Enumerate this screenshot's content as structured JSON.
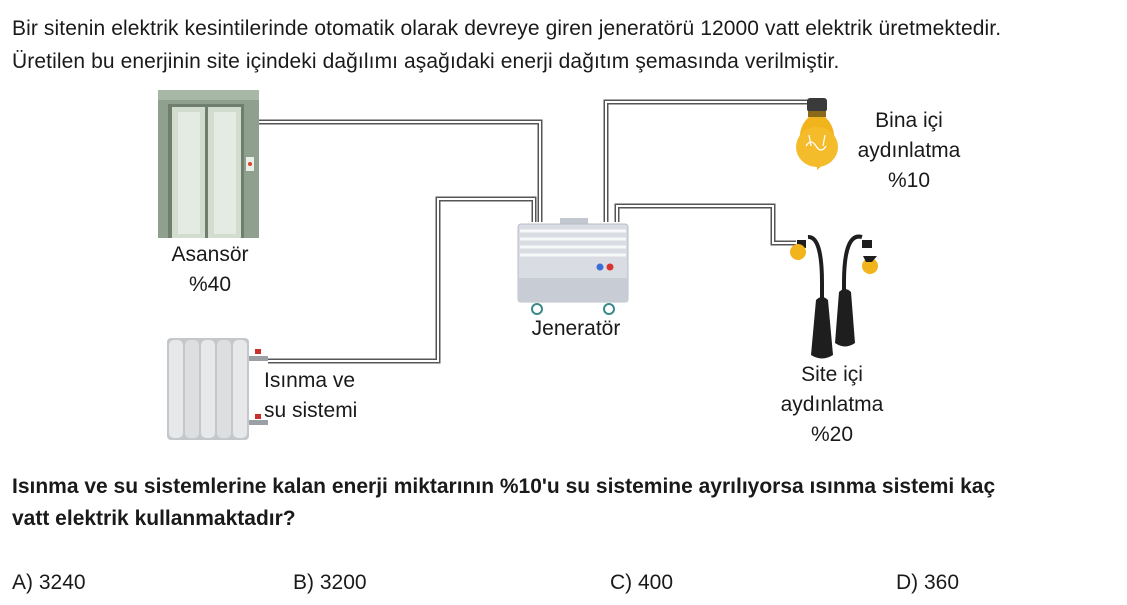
{
  "intro": {
    "line1": "Bir sitenin elektrik kesintilerinde otomatik olarak devreye giren jeneratörü 12000 vatt elektrik üretmektedir.",
    "line2": "Üretilen bu enerjinin site içindeki dağılımı aşağıdaki enerji dağıtım şemasında verilmiştir."
  },
  "diagram": {
    "elevator": {
      "name": "Asansör",
      "percent": "%40"
    },
    "heating": {
      "line1": "Isınma ve",
      "line2": "su sistemi"
    },
    "generator": {
      "name": "Jeneratör"
    },
    "building_light": {
      "line1": "Bina içi",
      "line2": "aydınlatma",
      "percent": "%10"
    },
    "site_light": {
      "line1": "Site içi",
      "line2": "aydınlatma",
      "percent": "%20"
    },
    "colors": {
      "wire_outer": "#555555",
      "wire_inner": "#ffffff",
      "bulb": "#f2b41c",
      "lamp_post": "#1e1e1e",
      "generator_body": "#d9dce3",
      "elevator_frame": "#8fa08e",
      "radiator": "#d4d6d8"
    }
  },
  "question": {
    "line1": "Isınma ve su sistemlerine kalan enerji miktarının %10'u su sistemine ayrılıyorsa ısınma sistemi kaç",
    "line2": "vatt elektrik kullanmaktadır?"
  },
  "options": [
    {
      "label": "A) 3240"
    },
    {
      "label": "B) 3200"
    },
    {
      "label": "C) 400"
    },
    {
      "label": "D) 360"
    }
  ]
}
